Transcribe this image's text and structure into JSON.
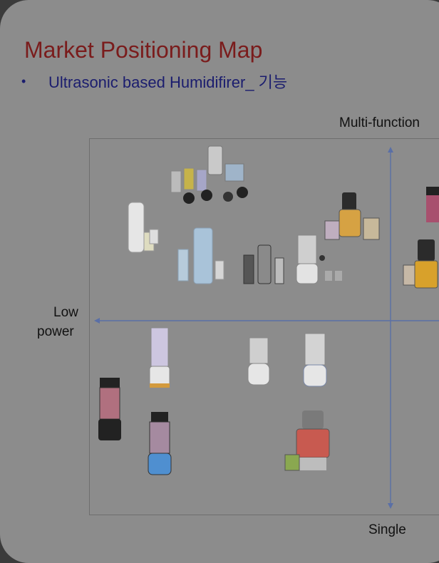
{
  "slide": {
    "title": "Market Positioning Map",
    "bullet_glyph": "•",
    "subtitle": "Ultrasonic based Humidifirer_ 기능"
  },
  "map": {
    "top_label": "Multi-function",
    "left_label_line1": "Low",
    "left_label_line2": "power",
    "bottom_label": "Single",
    "axis_color": "#5a6fa6"
  },
  "products": [
    {
      "name": "multi-cup bullet blender set",
      "quadrant": "multi-function / low power"
    },
    {
      "name": "tall white personal blender with cups",
      "quadrant": "multi-function / low power"
    },
    {
      "name": "light blue personal blender with cups",
      "quadrant": "multi-function / low power"
    },
    {
      "name": "black personal blender set",
      "quadrant": "multi-function / low power"
    },
    {
      "name": "white jug blender with accessories",
      "quadrant": "multi-function / low power"
    },
    {
      "name": "black multi-jar food processor",
      "quadrant": "multi-function / low power"
    },
    {
      "name": "pink bottle blender",
      "quadrant": "multi-function / high power"
    },
    {
      "name": "black food processor with jars",
      "quadrant": "multi-function / high power"
    },
    {
      "name": "purple personal blender",
      "quadrant": "single / low power"
    },
    {
      "name": "white jug blender",
      "quadrant": "single / low power"
    },
    {
      "name": "clear jug blender",
      "quadrant": "single / low power"
    },
    {
      "name": "black and pink bottle blender",
      "quadrant": "single / low power"
    },
    {
      "name": "blue bottle blender",
      "quadrant": "single / low power"
    },
    {
      "name": "red juice maker",
      "quadrant": "single / low power"
    }
  ]
}
